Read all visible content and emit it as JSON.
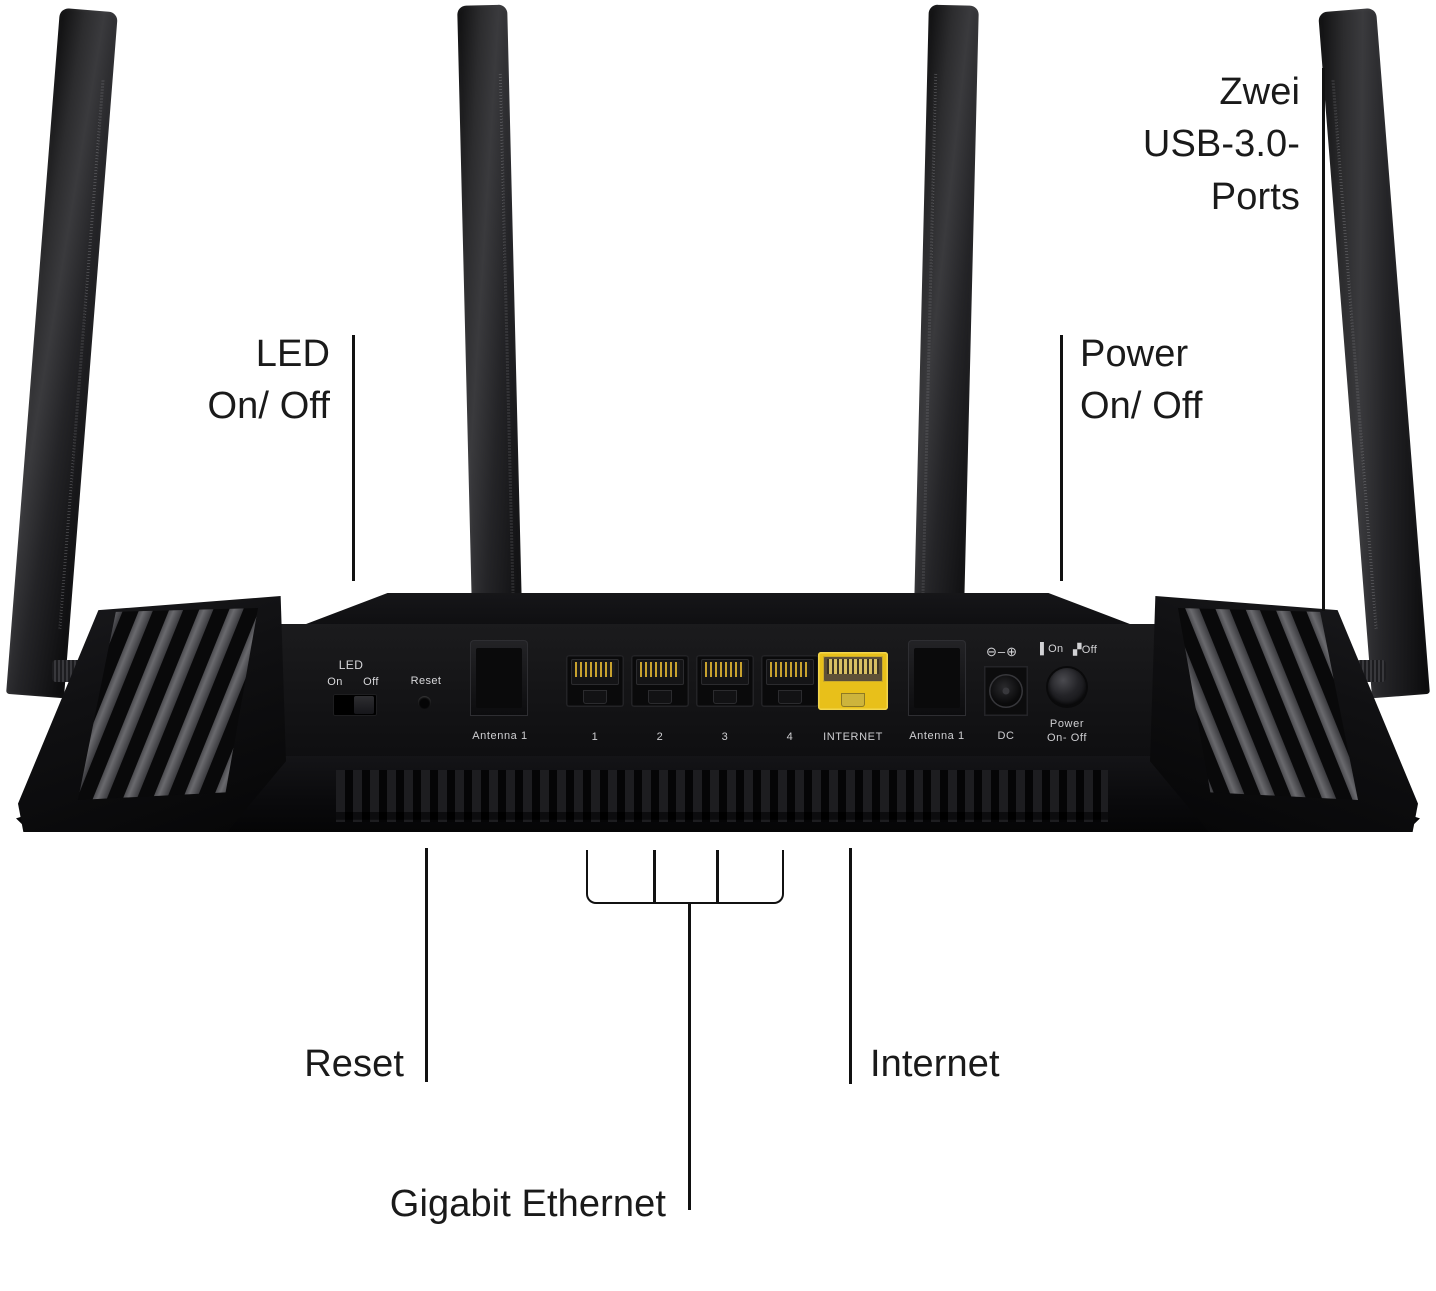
{
  "image": {
    "subject": "wireless router rear panel diagram",
    "background_color": "#ffffff",
    "callout_color": "#1a1a1a"
  },
  "callouts": [
    {
      "id": "led",
      "text": "LED\nOn/ Off",
      "align": "right"
    },
    {
      "id": "usb",
      "text": "Zwei\nUSB-3.0-\nPorts",
      "align": "right"
    },
    {
      "id": "power",
      "text": "Power\nOn/ Off",
      "align": "left"
    },
    {
      "id": "reset",
      "text": "Reset",
      "align": "right"
    },
    {
      "id": "gigabit",
      "text": "Gigabit Ethernet",
      "align": "right"
    },
    {
      "id": "internet",
      "text": "Internet",
      "align": "left"
    }
  ],
  "router": {
    "panel_silkscreen": {
      "led_title": "LED",
      "led_on": "On",
      "led_off": "Off",
      "reset": "Reset",
      "antenna_left": "Antenna 1",
      "antenna_right": "Antenna 1",
      "dc": "DC",
      "power_line1": "Power",
      "power_line2": "On- Off",
      "power_on_mark": "On",
      "power_off_mark": "Off",
      "dc_polarity_symbol": "⊖–⊕"
    },
    "ports": {
      "lan_labels": [
        "1",
        "2",
        "3",
        "4"
      ],
      "wan_label": "INTERNET",
      "wan_color": "#e8c01a",
      "lan_color": "#0a0a0b"
    },
    "chassis_color": "#121214",
    "antenna_count": 4
  }
}
